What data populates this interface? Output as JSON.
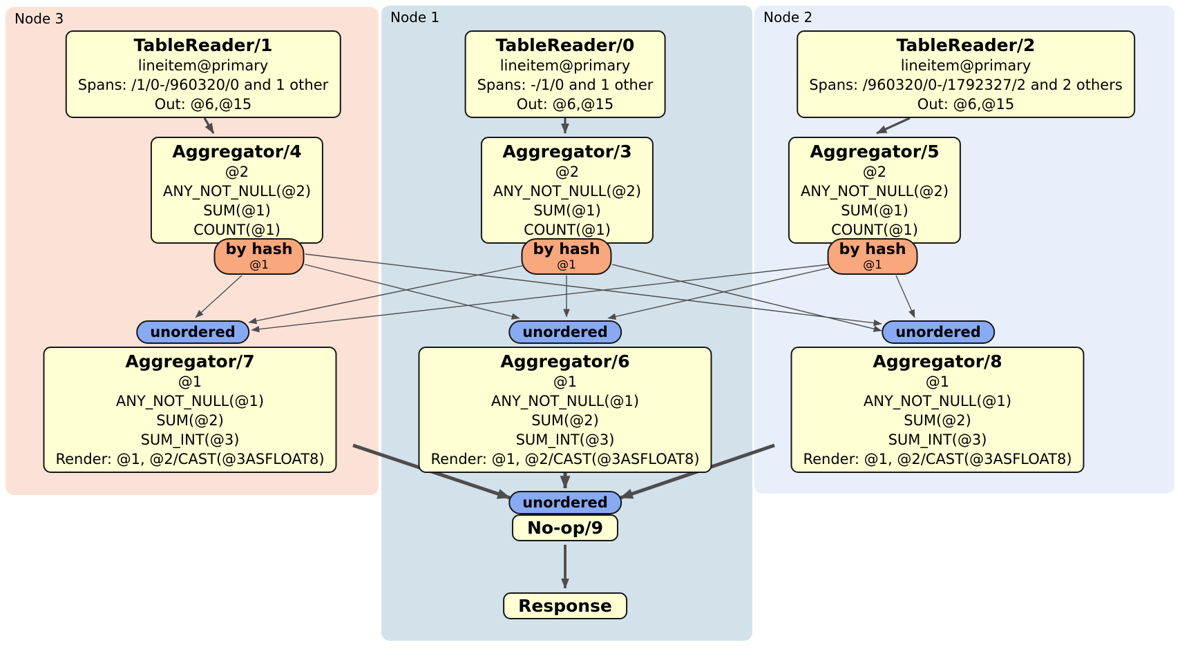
{
  "diagram": {
    "regions": [
      {
        "id": "node3",
        "label": "Node 3",
        "color": "#fce2d6"
      },
      {
        "id": "node1",
        "label": "Node 1",
        "color": "#d3e1eb"
      },
      {
        "id": "node2",
        "label": "Node 2",
        "color": "#e9effa"
      }
    ],
    "processors": [
      {
        "id": "tr1",
        "region": "node3",
        "title": "TableReader/1",
        "lines": [
          "lineitem@primary",
          "Spans: /1/0-/960320/0 and 1 other",
          "Out: @6,@15"
        ]
      },
      {
        "id": "agg4",
        "region": "node3",
        "title": "Aggregator/4",
        "lines": [
          "@2",
          "ANY_NOT_NULL(@2)",
          "SUM(@1)",
          "COUNT(@1)"
        ]
      },
      {
        "id": "tr0",
        "region": "node1",
        "title": "TableReader/0",
        "lines": [
          "lineitem@primary",
          "Spans: -/1/0 and 1 other",
          "Out: @6,@15"
        ]
      },
      {
        "id": "agg3",
        "region": "node1",
        "title": "Aggregator/3",
        "lines": [
          "@2",
          "ANY_NOT_NULL(@2)",
          "SUM(@1)",
          "COUNT(@1)"
        ]
      },
      {
        "id": "tr2",
        "region": "node2",
        "title": "TableReader/2",
        "lines": [
          "lineitem@primary",
          "Spans: /960320/0-/1792327/2 and 2 others",
          "Out: @6,@15"
        ]
      },
      {
        "id": "agg5",
        "region": "node2",
        "title": "Aggregator/5",
        "lines": [
          "@2",
          "ANY_NOT_NULL(@2)",
          "SUM(@1)",
          "COUNT(@1)"
        ]
      },
      {
        "id": "agg7",
        "region": "node3",
        "title": "Aggregator/7",
        "lines": [
          "@1",
          "ANY_NOT_NULL(@1)",
          "SUM(@2)",
          "SUM_INT(@3)",
          "Render: @1, @2/CAST(@3ASFLOAT8)"
        ]
      },
      {
        "id": "agg6",
        "region": "node1",
        "title": "Aggregator/6",
        "lines": [
          "@1",
          "ANY_NOT_NULL(@1)",
          "SUM(@2)",
          "SUM_INT(@3)",
          "Render: @1, @2/CAST(@3ASFLOAT8)"
        ]
      },
      {
        "id": "agg8",
        "region": "node2",
        "title": "Aggregator/8",
        "lines": [
          "@1",
          "ANY_NOT_NULL(@1)",
          "SUM(@2)",
          "SUM_INT(@3)",
          "Render: @1, @2/CAST(@3ASFLOAT8)"
        ]
      },
      {
        "id": "noop9",
        "region": "node1",
        "title": "No-op/9",
        "lines": []
      },
      {
        "id": "response",
        "region": "node1",
        "title": "Response",
        "lines": []
      }
    ],
    "routers": [
      {
        "id": "rh3",
        "region": "node3",
        "label": "by hash",
        "sub": "@1"
      },
      {
        "id": "rh1",
        "region": "node1",
        "label": "by hash",
        "sub": "@1"
      },
      {
        "id": "rh2",
        "region": "node2",
        "label": "by hash",
        "sub": "@1"
      }
    ],
    "syncs": [
      {
        "id": "un3",
        "region": "node3",
        "label": "unordered"
      },
      {
        "id": "un1",
        "region": "node1",
        "label": "unordered"
      },
      {
        "id": "un2",
        "region": "node2",
        "label": "unordered"
      },
      {
        "id": "unf",
        "region": "node1",
        "label": "unordered"
      }
    ],
    "edges": [
      {
        "from": "tr1",
        "to": "agg4",
        "kind": "reader"
      },
      {
        "from": "tr0",
        "to": "agg3",
        "kind": "reader"
      },
      {
        "from": "tr2",
        "to": "agg5",
        "kind": "reader"
      },
      {
        "from": "rh3",
        "to": "un3",
        "kind": "hash"
      },
      {
        "from": "rh3",
        "to": "un1",
        "kind": "hash"
      },
      {
        "from": "rh3",
        "to": "un2",
        "kind": "hash"
      },
      {
        "from": "rh1",
        "to": "un3",
        "kind": "hash"
      },
      {
        "from": "rh1",
        "to": "un1",
        "kind": "hash"
      },
      {
        "from": "rh1",
        "to": "un2",
        "kind": "hash"
      },
      {
        "from": "rh2",
        "to": "un3",
        "kind": "hash"
      },
      {
        "from": "rh2",
        "to": "un1",
        "kind": "hash"
      },
      {
        "from": "rh2",
        "to": "un2",
        "kind": "hash"
      },
      {
        "from": "agg7",
        "to": "unf",
        "kind": "merge"
      },
      {
        "from": "agg6",
        "to": "unf",
        "kind": "merge"
      },
      {
        "from": "agg8",
        "to": "unf",
        "kind": "merge"
      },
      {
        "from": "noop9",
        "to": "response",
        "kind": "final"
      }
    ],
    "colors": {
      "processor_fill": "#ffffd4",
      "router_fill": "#f9a77c",
      "sync_fill": "#87aaf2",
      "edge": "#4d4d4d",
      "border": "#161616"
    }
  }
}
